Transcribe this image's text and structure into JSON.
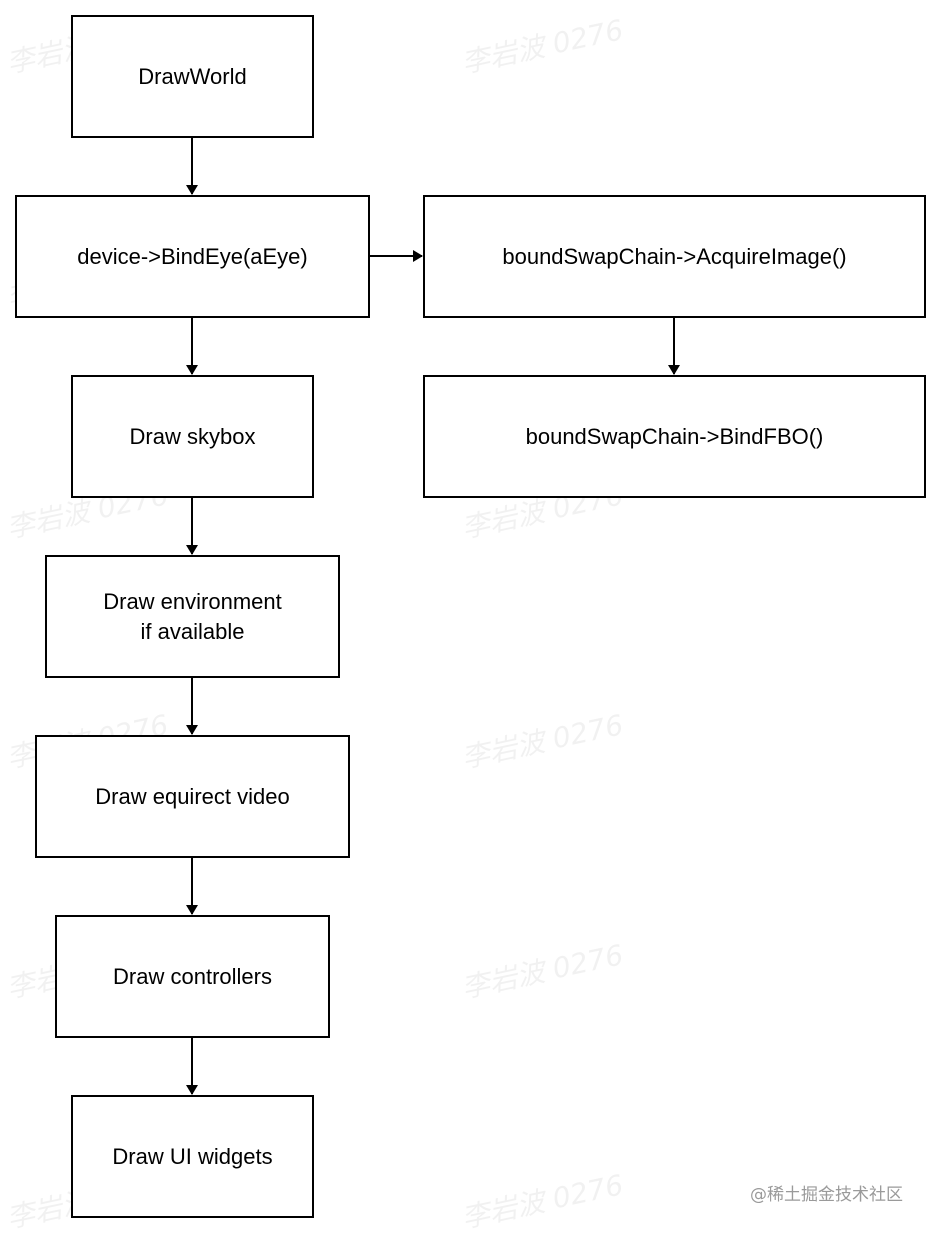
{
  "nodes": {
    "draw_world": "DrawWorld",
    "bind_eye": "device->BindEye(aEye)",
    "acquire_image": "boundSwapChain->AcquireImage()",
    "bind_fbo": "boundSwapChain->BindFBO()",
    "draw_skybox": "Draw skybox",
    "draw_environment": "Draw environment\nif available",
    "draw_equirect_video": "Draw equirect video",
    "draw_controllers": "Draw controllers",
    "draw_ui_widgets": "Draw UI widgets"
  },
  "watermark_text": "李岩波 0276",
  "footer": "@稀土掘金技术社区",
  "colors": {
    "stroke": "#000000",
    "background": "#ffffff"
  }
}
